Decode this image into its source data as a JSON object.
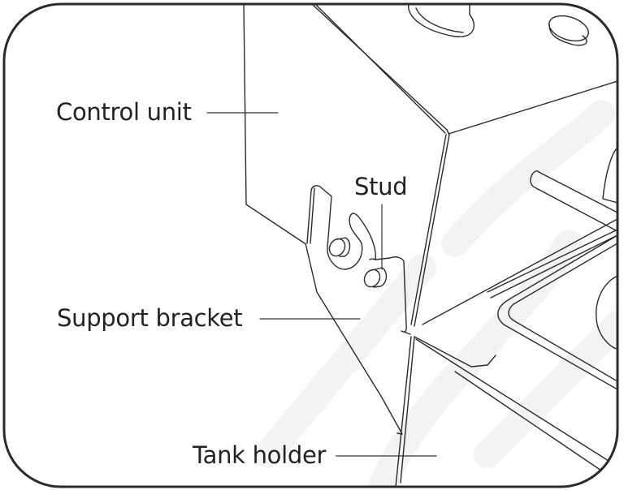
{
  "diagram": {
    "title": "Control unit mounting on tank holder",
    "colors": {
      "stroke": "#2a2a2a",
      "frame": "#2a2a2a",
      "watermark": "#f2f2f2",
      "label": "#222222",
      "background": "#ffffff"
    },
    "labels": [
      {
        "id": "control-unit",
        "text": "Control unit"
      },
      {
        "id": "stud",
        "text": "Stud"
      },
      {
        "id": "support-bracket",
        "text": "Support bracket"
      },
      {
        "id": "tank-holder",
        "text": "Tank holder"
      }
    ]
  }
}
